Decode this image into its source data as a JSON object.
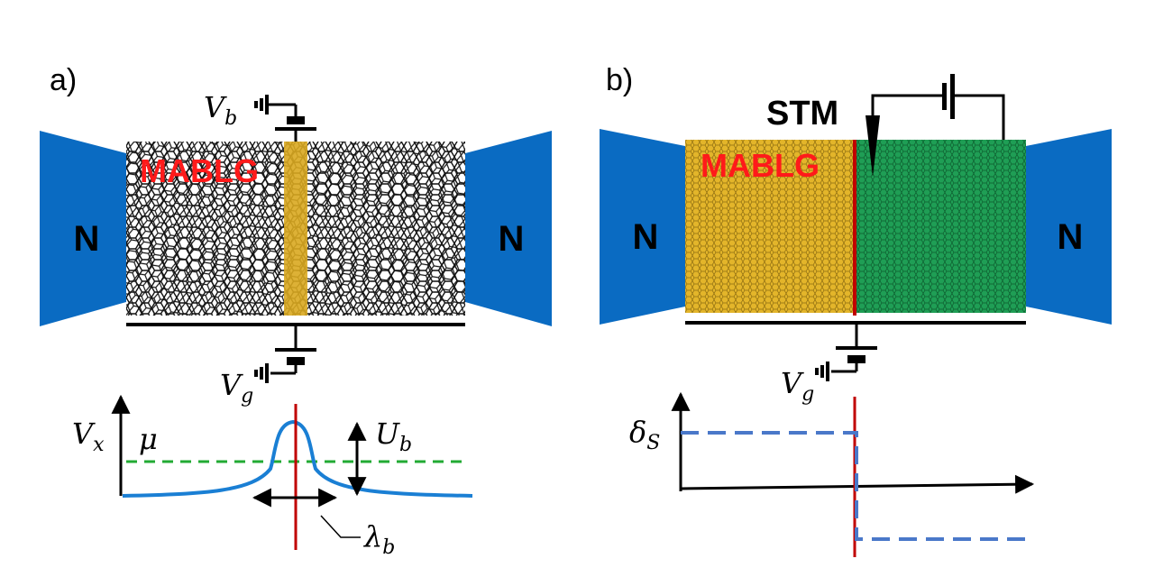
{
  "panels": {
    "a": {
      "label": "a)",
      "material": "MABLG",
      "lead_left": "N",
      "lead_right": "N",
      "bias": {
        "symbol": "V",
        "sub": "b"
      },
      "gate": {
        "symbol": "V",
        "sub": "g"
      },
      "potential_axis": {
        "symbol": "V",
        "sub": "x"
      },
      "chemical_potential": "μ",
      "barrier_height": {
        "symbol": "U",
        "sub": "b"
      },
      "barrier_width": {
        "symbol": "λ",
        "sub": "b"
      }
    },
    "b": {
      "label": "b)",
      "material": "MABLG",
      "lead_left": "N",
      "lead_right": "N",
      "probe": "STM",
      "gate": {
        "symbol": "V",
        "sub": "g"
      },
      "order_axis": {
        "symbol": "δ",
        "sub": "S"
      }
    }
  },
  "colors": {
    "lead": "#0a6bc2",
    "lattice_a": "#111111",
    "barrier_strip": "#d9a820",
    "domain_gold": "#e3b52a",
    "domain_green": "#1f9e55",
    "interface": "#c00000",
    "potential_curve": "#1a7fd4",
    "mu_line": "#22aa33",
    "step_line": "#4a78c9",
    "label_red": "#ff1a1a"
  },
  "icons": [
    "battery-icon",
    "stm-tip-icon",
    "arrow-icon"
  ]
}
